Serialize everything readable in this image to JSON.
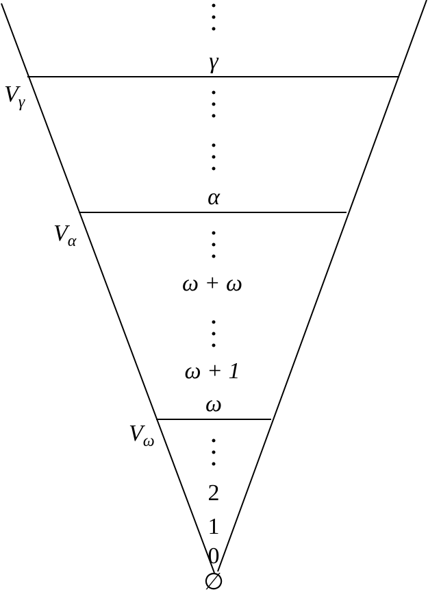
{
  "diagram": {
    "title": "Von Neumann hierarchy",
    "levels": [
      {
        "id": "gamma",
        "label": "γ",
        "italic": true
      },
      {
        "id": "alpha",
        "label": "α",
        "italic": true
      },
      {
        "id": "omega-plus-omega",
        "label": "ω + ω",
        "italic": true
      },
      {
        "id": "omega-plus-1",
        "label": "ω + 1",
        "italic": true
      },
      {
        "id": "omega",
        "label": "ω",
        "italic": true
      },
      {
        "id": "two",
        "label": "2",
        "italic": false
      },
      {
        "id": "one",
        "label": "1",
        "italic": false
      },
      {
        "id": "zero",
        "label": "0",
        "italic": false
      },
      {
        "id": "empty-set",
        "label": "∅",
        "italic": false
      }
    ],
    "stage_labels": [
      {
        "id": "v-gamma",
        "base": "V",
        "sub": "γ"
      },
      {
        "id": "v-alpha",
        "base": "V",
        "sub": "α"
      },
      {
        "id": "v-omega",
        "base": "V",
        "sub": "ω"
      }
    ],
    "ellipsis": "⋮"
  }
}
